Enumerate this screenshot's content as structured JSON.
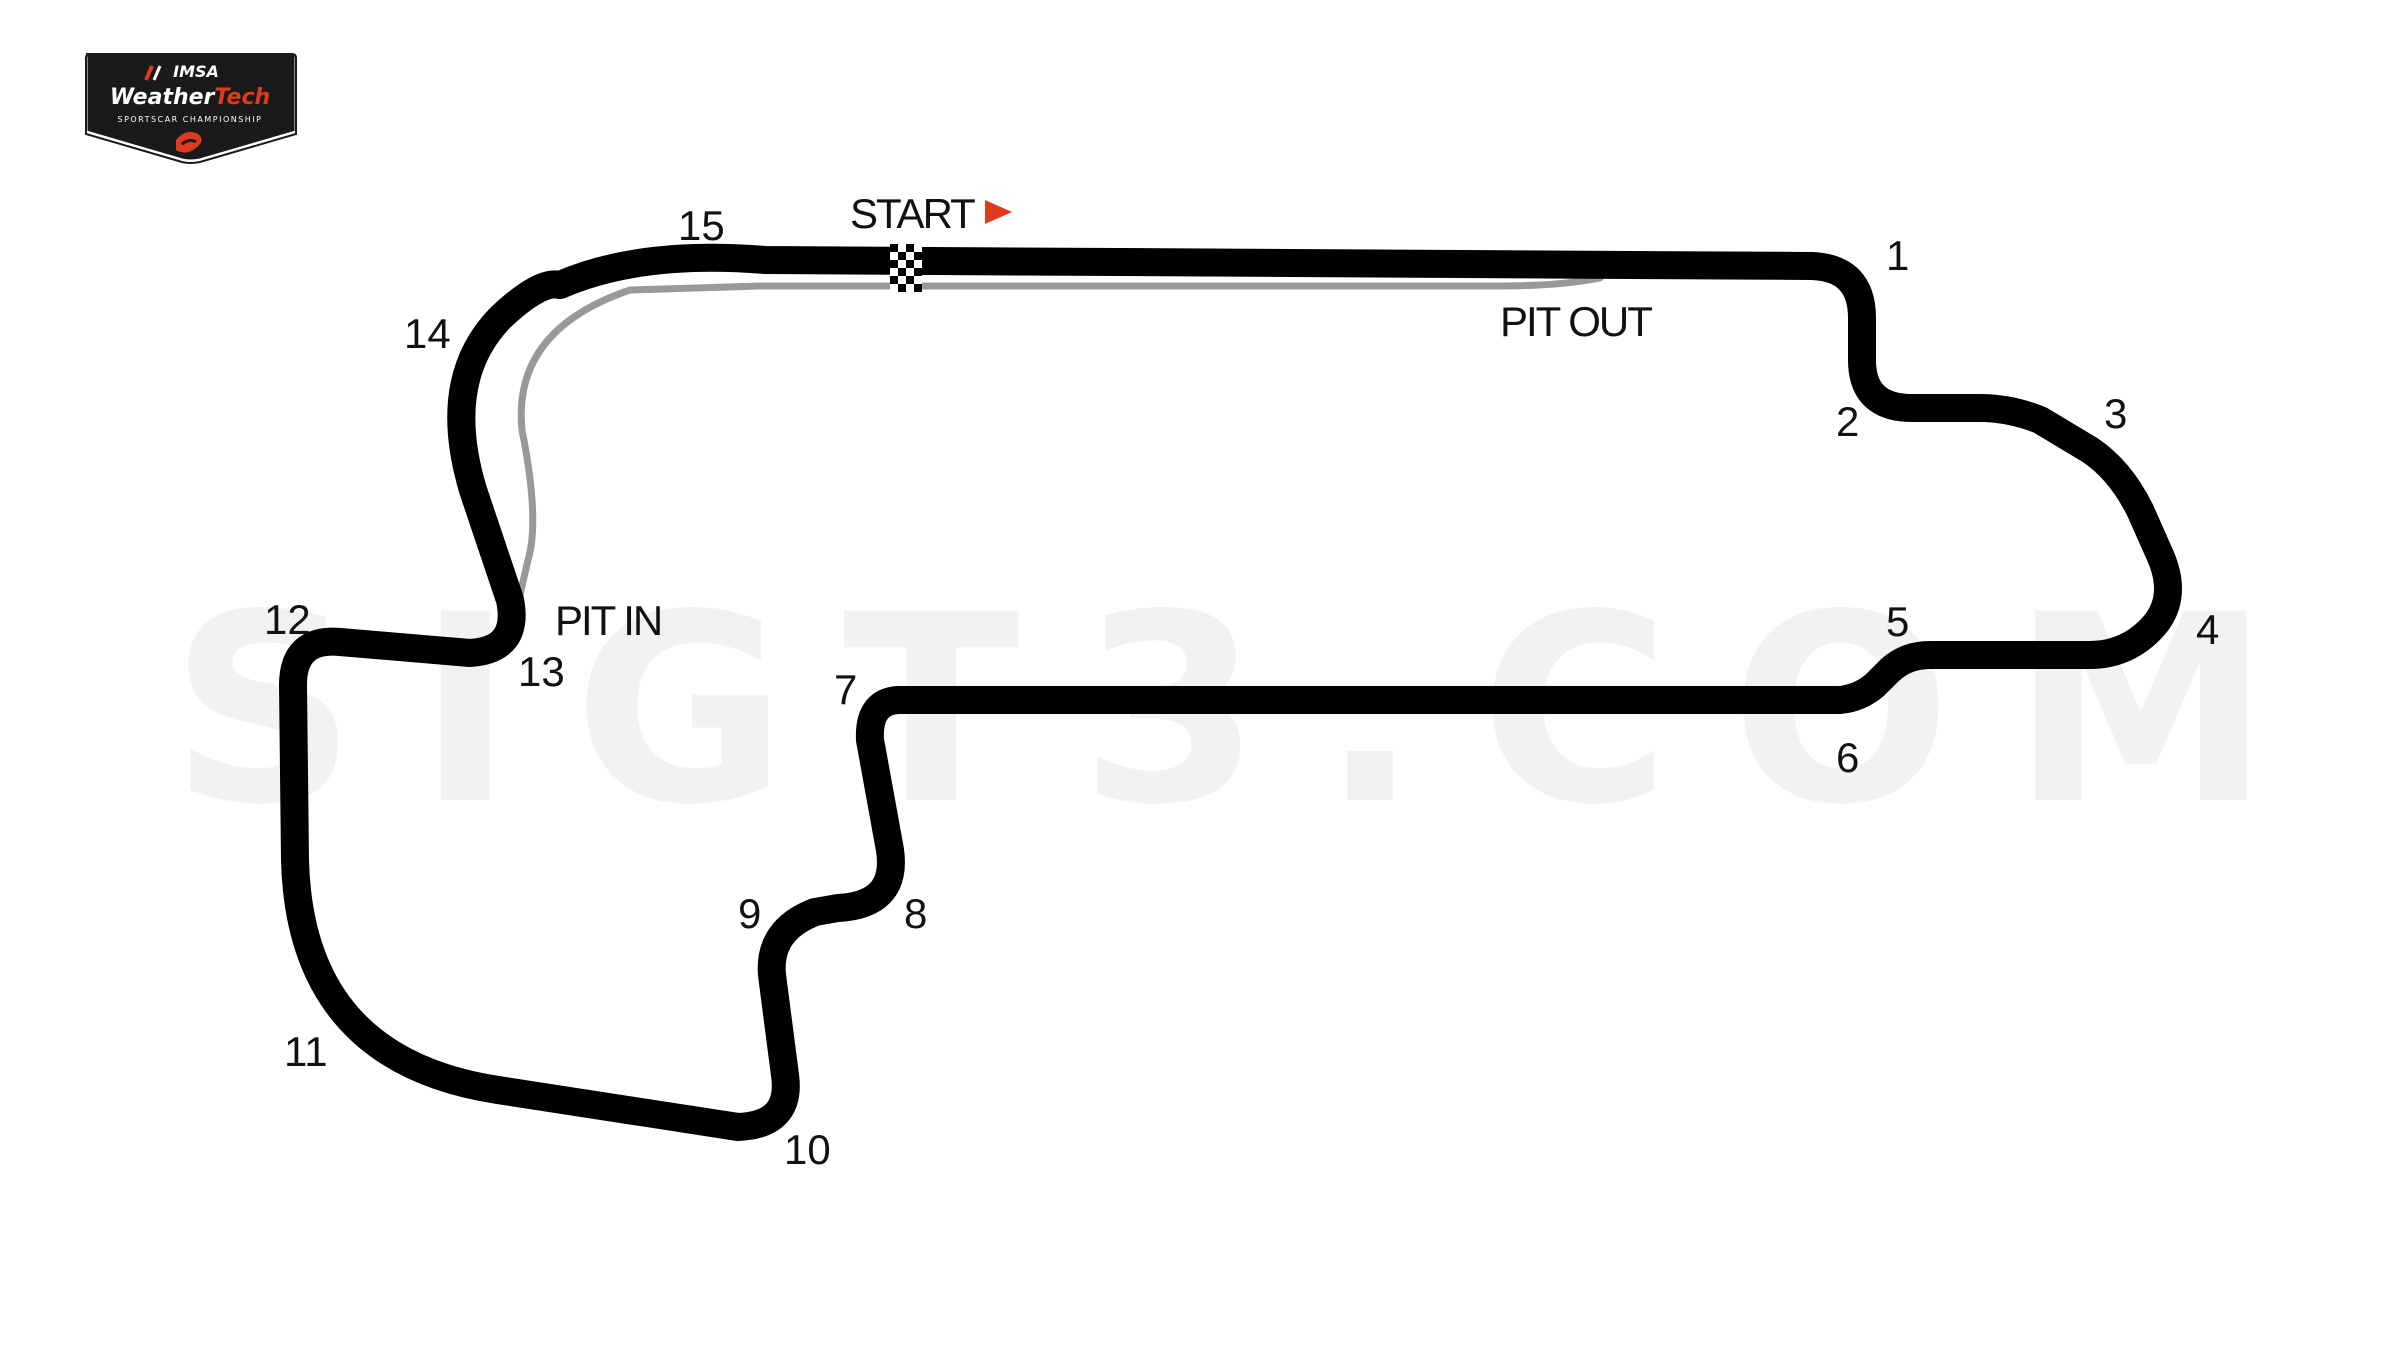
{
  "logo": {
    "org": "IMSA",
    "brand_a": "Weather",
    "brand_b": "Tech",
    "subtitle": "SPORTSCAR CHAMPIONSHIP"
  },
  "watermark": "SIGT3.COM",
  "labels": {
    "start": "START",
    "pit_out": "PIT OUT",
    "pit_in": "PIT IN"
  },
  "turns": [
    "1",
    "2",
    "3",
    "4",
    "5",
    "6",
    "7",
    "8",
    "9",
    "10",
    "11",
    "12",
    "13",
    "14",
    "15"
  ],
  "colors": {
    "track": "#000000",
    "pit_lane": "#999999",
    "accent": "#e03a1e",
    "logo_bg": "#1a1a1a",
    "logo_tech": "#e03a1e",
    "watermark": "#f2f2f2"
  },
  "icons": {
    "start_arrow": "red-triangle-arrow",
    "start_line": "checkered-flag"
  }
}
